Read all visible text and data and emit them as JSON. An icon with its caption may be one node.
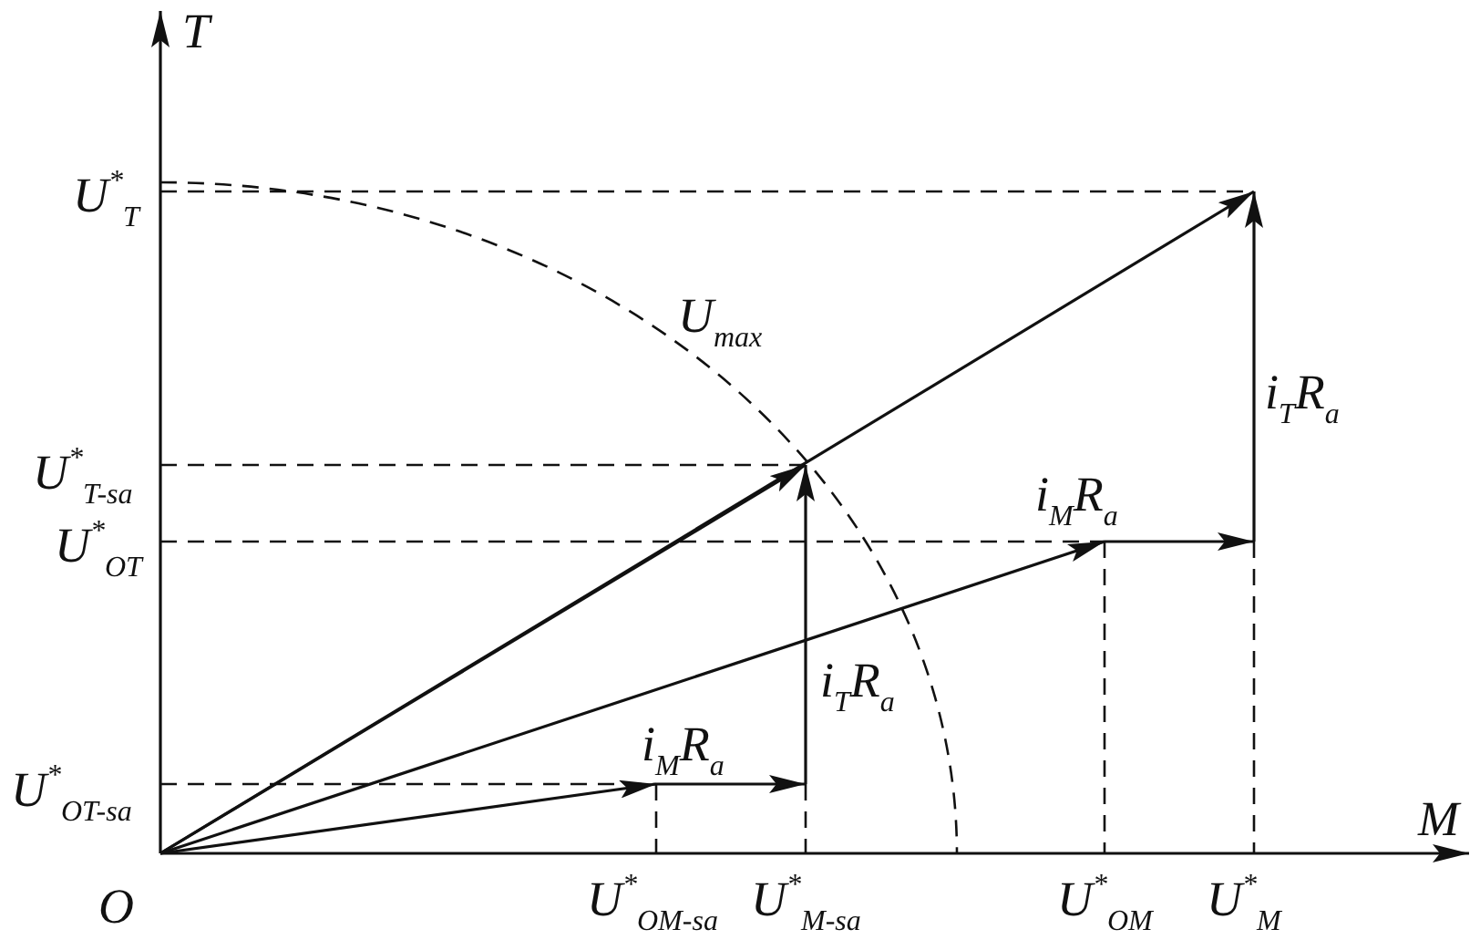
{
  "diagram": {
    "labels": [
      "T",
      "U$^{*}$$_{T}$",
      "U$_{max}$",
      "i$_{T}$R$_{a}$",
      "U$^{*}$$_{T-sa}$",
      "i$_{M}$R$_{a}$",
      "U$^{*}$$_{OT}$",
      "i$_{T}$R$_{a}$",
      "i$_{M}$R$_{a}$",
      "U$^{*}$$_{OT-sa}$",
      "M",
      "O",
      "U$^{*}$$_{OM-sa}$",
      "U$^{*}$$_{M-sa}$",
      "U$^{*}$$_{OM}$",
      "U$^{*}$$_{M}$"
    ]
  }
}
